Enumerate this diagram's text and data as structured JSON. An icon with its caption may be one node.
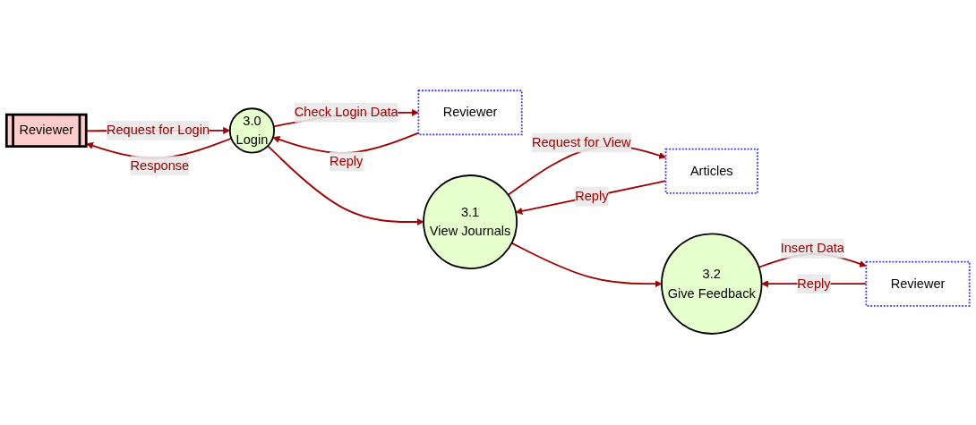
{
  "diagram": {
    "nodes": [
      {
        "text": [
          "Reviewer"
        ]
      },
      {
        "text": [
          "3.0",
          "Login"
        ]
      },
      {
        "text": [
          "Reviewer"
        ]
      },
      {
        "text": [
          "3.1",
          "View Journals"
        ]
      },
      {
        "text": [
          "Articles"
        ]
      },
      {
        "text": [
          "3.2",
          "Give Feedback"
        ]
      },
      {
        "text": [
          "Reviewer"
        ]
      }
    ],
    "edges": [
      {
        "from": 0,
        "to": 1,
        "arrow": "to",
        "label": "Request for Login"
      },
      {
        "from": 1,
        "to": 0,
        "arrow": "to",
        "label": "Response"
      },
      {
        "from": 1,
        "to": 2,
        "arrow": "to",
        "label": "Check Login Data"
      },
      {
        "from": 2,
        "to": 1,
        "arrow": "to",
        "label": "Reply"
      },
      {
        "from": 1,
        "to": 3,
        "arrow": "to"
      },
      {
        "from": 3,
        "to": 4,
        "arrow": "to",
        "label": "Request for View"
      },
      {
        "from": 4,
        "to": 3,
        "arrow": "to",
        "label": "Reply"
      },
      {
        "from": 3,
        "to": 5,
        "arrow": "to"
      },
      {
        "from": 5,
        "to": 6,
        "arrow": "to",
        "label": "Insert Data"
      },
      {
        "from": 6,
        "to": 5,
        "arrow": "to",
        "label": "Reply"
      }
    ]
  }
}
